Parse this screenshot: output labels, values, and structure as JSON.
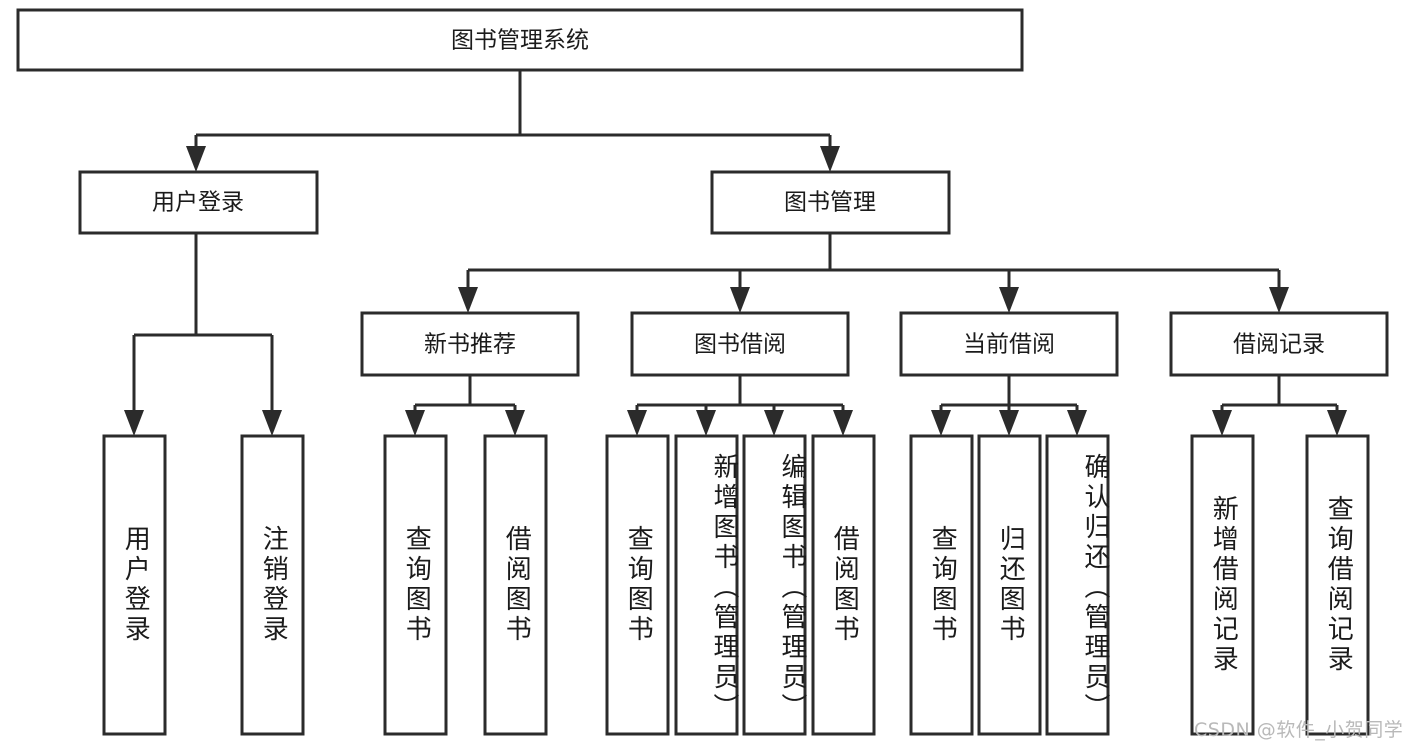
{
  "diagram": {
    "type": "hierarchy-tree",
    "title": "图书管理系统",
    "root": {
      "id": "root",
      "label": "图书管理系统",
      "orientation": "horizontal"
    },
    "level1": [
      {
        "id": "user-login",
        "label": "用户登录",
        "orientation": "horizontal"
      },
      {
        "id": "book-manage",
        "label": "图书管理",
        "orientation": "horizontal"
      }
    ],
    "level2": [
      {
        "id": "new-book-recommend",
        "label": "新书推荐",
        "parent": "book-manage",
        "orientation": "horizontal"
      },
      {
        "id": "book-borrow",
        "label": "图书借阅",
        "parent": "book-manage",
        "orientation": "horizontal"
      },
      {
        "id": "current-borrow",
        "label": "当前借阅",
        "parent": "book-manage",
        "orientation": "horizontal"
      },
      {
        "id": "borrow-record",
        "label": "借阅记录",
        "parent": "book-manage",
        "orientation": "horizontal"
      }
    ],
    "leaves": [
      {
        "id": "leaf-user-login",
        "label": "用户登录",
        "parent": "user-login",
        "orientation": "vertical"
      },
      {
        "id": "leaf-user-logout",
        "label": "注销登录",
        "parent": "user-login",
        "orientation": "vertical"
      },
      {
        "id": "leaf-query-book-1",
        "label": "查询图书",
        "parent": "new-book-recommend",
        "orientation": "vertical"
      },
      {
        "id": "leaf-borrow-book-1",
        "label": "借阅图书",
        "parent": "new-book-recommend",
        "orientation": "vertical"
      },
      {
        "id": "leaf-query-book-2",
        "label": "查询图书",
        "parent": "book-borrow",
        "orientation": "vertical"
      },
      {
        "id": "leaf-add-book",
        "label": "新增图书（管理员）",
        "parent": "book-borrow",
        "orientation": "vertical"
      },
      {
        "id": "leaf-edit-book",
        "label": "编辑图书（管理员）",
        "parent": "book-borrow",
        "orientation": "vertical"
      },
      {
        "id": "leaf-borrow-book-2",
        "label": "借阅图书",
        "parent": "book-borrow",
        "orientation": "vertical"
      },
      {
        "id": "leaf-query-book-3",
        "label": "查询图书",
        "parent": "current-borrow",
        "orientation": "vertical"
      },
      {
        "id": "leaf-return-book",
        "label": "归还图书",
        "parent": "current-borrow",
        "orientation": "vertical"
      },
      {
        "id": "leaf-confirm-return",
        "label": "确认归还（管理员）",
        "parent": "current-borrow",
        "orientation": "vertical"
      },
      {
        "id": "leaf-add-record",
        "label": "新增借阅记录",
        "parent": "borrow-record",
        "orientation": "vertical"
      },
      {
        "id": "leaf-query-record",
        "label": "查询借阅记录",
        "parent": "borrow-record",
        "orientation": "vertical"
      }
    ],
    "colors": {
      "stroke": "#2b2b2b",
      "fill": "#ffffff",
      "text": "#1b1b1b",
      "background": "#ffffff",
      "watermark": "#b9b9b9"
    }
  },
  "watermark": {
    "text": "CSDN @软件_小贺同学"
  }
}
